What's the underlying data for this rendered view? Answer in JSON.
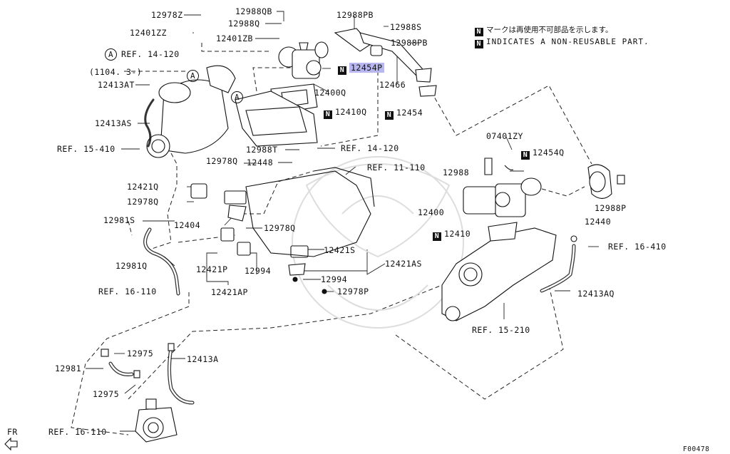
{
  "legend": {
    "non_reusable_ja": "マークは再使用不可部品を示します。",
    "non_reusable_en": "INDICATES A NON-REUSABLE PART.",
    "n_mark": "N"
  },
  "view_marker_letter": "A",
  "labels": {
    "p12978Z": "12978Z",
    "p12401ZZ": "12401ZZ",
    "p12988QB": "12988QB",
    "p12988Q": "12988Q",
    "p12401ZB": "12401ZB",
    "p12988PB_top": "12988PB",
    "p12988S": "12988S",
    "p12988PB_2": "12988PB",
    "ref14120_top": "REF. 14-120",
    "serial": "(1104. 3-)",
    "p12454P": "12454P",
    "p12413AT": "12413AT",
    "p12400Q": "12400Q",
    "p12466": "12466",
    "p12410Q": "12410Q",
    "p12454": "12454",
    "p12413AS": "12413AS",
    "ref15410": "REF. 15-410",
    "p12988T": "12988T",
    "ref14120_mid": "REF. 14-120",
    "p07401ZY": "07401ZY",
    "p12454Q": "12454Q",
    "p12978Q_1": "12978Q",
    "p12448": "12448",
    "ref11110": "REF. 11-110",
    "p12988": "12988",
    "p12421Q": "12421Q",
    "p12978Q_2": "12978Q",
    "p12400": "12400",
    "p12988P": "12988P",
    "p12981S": "12981S",
    "p12404": "12404",
    "p12440": "12440",
    "p12978Q_3": "12978Q",
    "p12410": "12410",
    "ref16410": "REF. 16-410",
    "p12421S": "12421S",
    "p12421AS": "12421AS",
    "p12981Q": "12981Q",
    "p12421P": "12421P",
    "p12994_1": "12994",
    "p12994_2": "12994",
    "ref16110_mid": "REF. 16-110",
    "p12978P": "12978P",
    "p12421AP": "12421AP",
    "p12413AQ": "12413AQ",
    "ref15210": "REF. 15-210",
    "p12975_1": "12975",
    "p12413A": "12413A",
    "p12981": "12981",
    "p12975_2": "12975",
    "fr": "FR",
    "ref16110_bot": "REF. 16-110",
    "figure_code": "F00478"
  }
}
